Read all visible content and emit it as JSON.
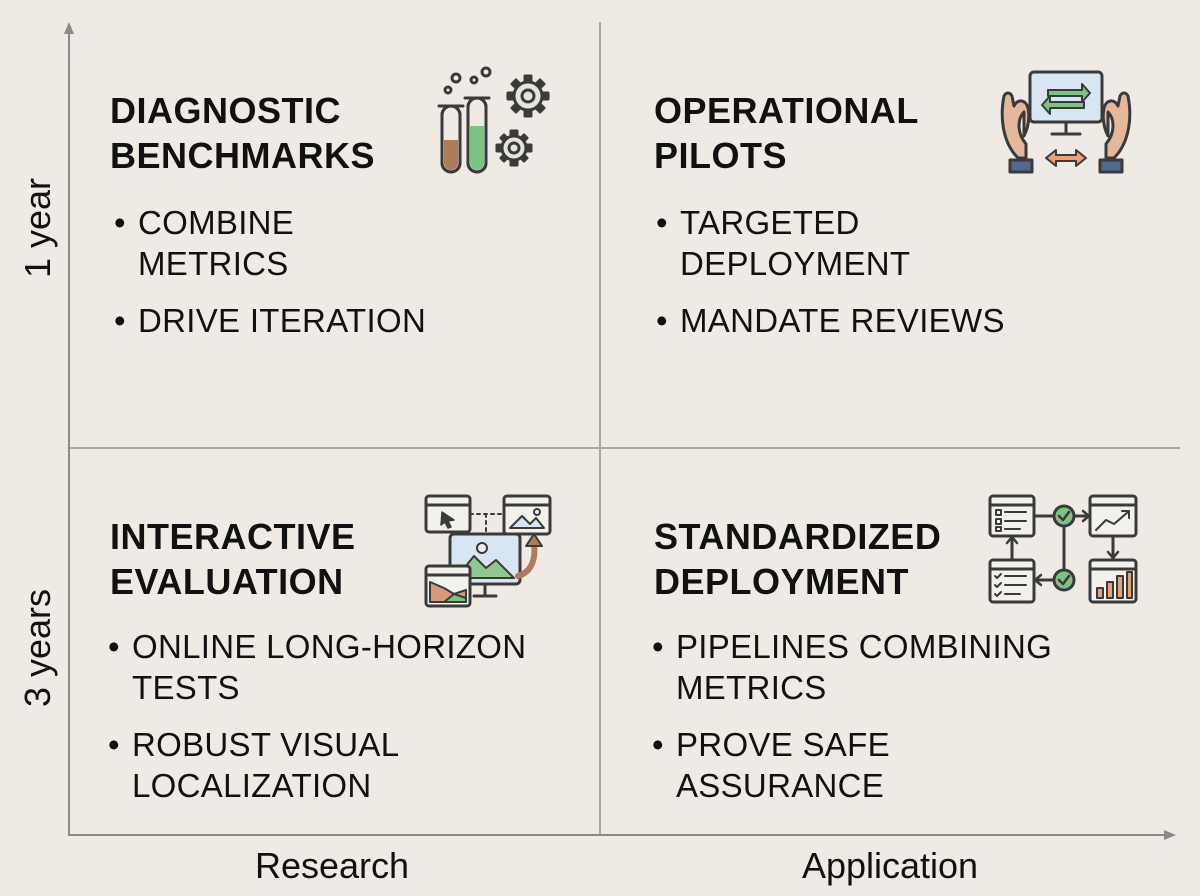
{
  "axes": {
    "y_top_label": "1 year",
    "y_bottom_label": "3 years",
    "x_left_label": "Research",
    "x_right_label": "Application"
  },
  "quadrants": {
    "top_left": {
      "title": "DIAGNOSTIC\nBENCHMARKS",
      "bullets": [
        "COMBINE\nMETRICS",
        "DRIVE ITERATION"
      ],
      "icon": "lab-tubes-gears-icon"
    },
    "top_right": {
      "title": "OPERATIONAL\nPILOTS",
      "bullets": [
        "TARGETED\nDEPLOYMENT",
        "MANDATE REVIEWS"
      ],
      "icon": "hands-monitor-exchange-icon"
    },
    "bottom_left": {
      "title": "INTERACTIVE\nEVALUATION",
      "bullets": [
        "ONLINE LONG-HORIZON\nTESTS",
        "ROBUST VISUAL\nLOCALIZATION"
      ],
      "icon": "interactive-windows-icon"
    },
    "bottom_right": {
      "title": "STANDARDIZED\nDEPLOYMENT",
      "bullets": [
        "PIPELINES COMBINING\nMETRICS",
        "PROVE SAFE\nASSURANCE"
      ],
      "icon": "pipeline-flow-icon"
    }
  },
  "colors": {
    "background": "#efebe4",
    "axis": "#8a8a8a",
    "icon_stroke": "#3a3a3a",
    "icon_green": "#7cc47f",
    "icon_brown": "#b07a5c",
    "icon_screen": "#d7e6f2"
  }
}
